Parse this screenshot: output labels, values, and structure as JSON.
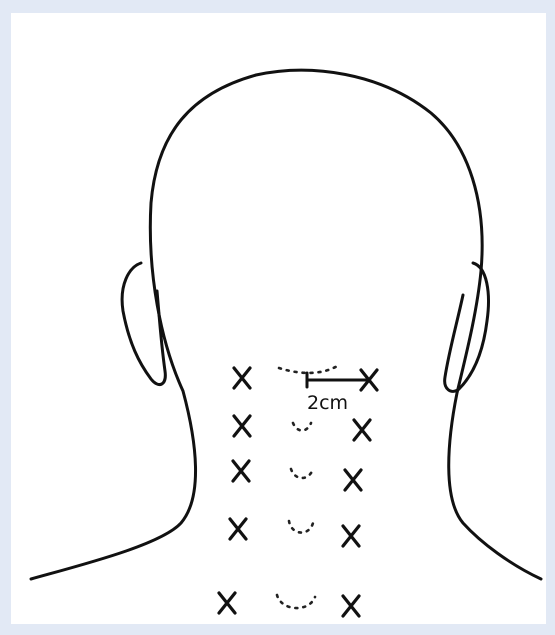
{
  "figure": {
    "distance_label": "2cm",
    "injection_points": {
      "left_column_count": 5,
      "right_column_count": 5
    },
    "spinous_process_count": 5
  }
}
